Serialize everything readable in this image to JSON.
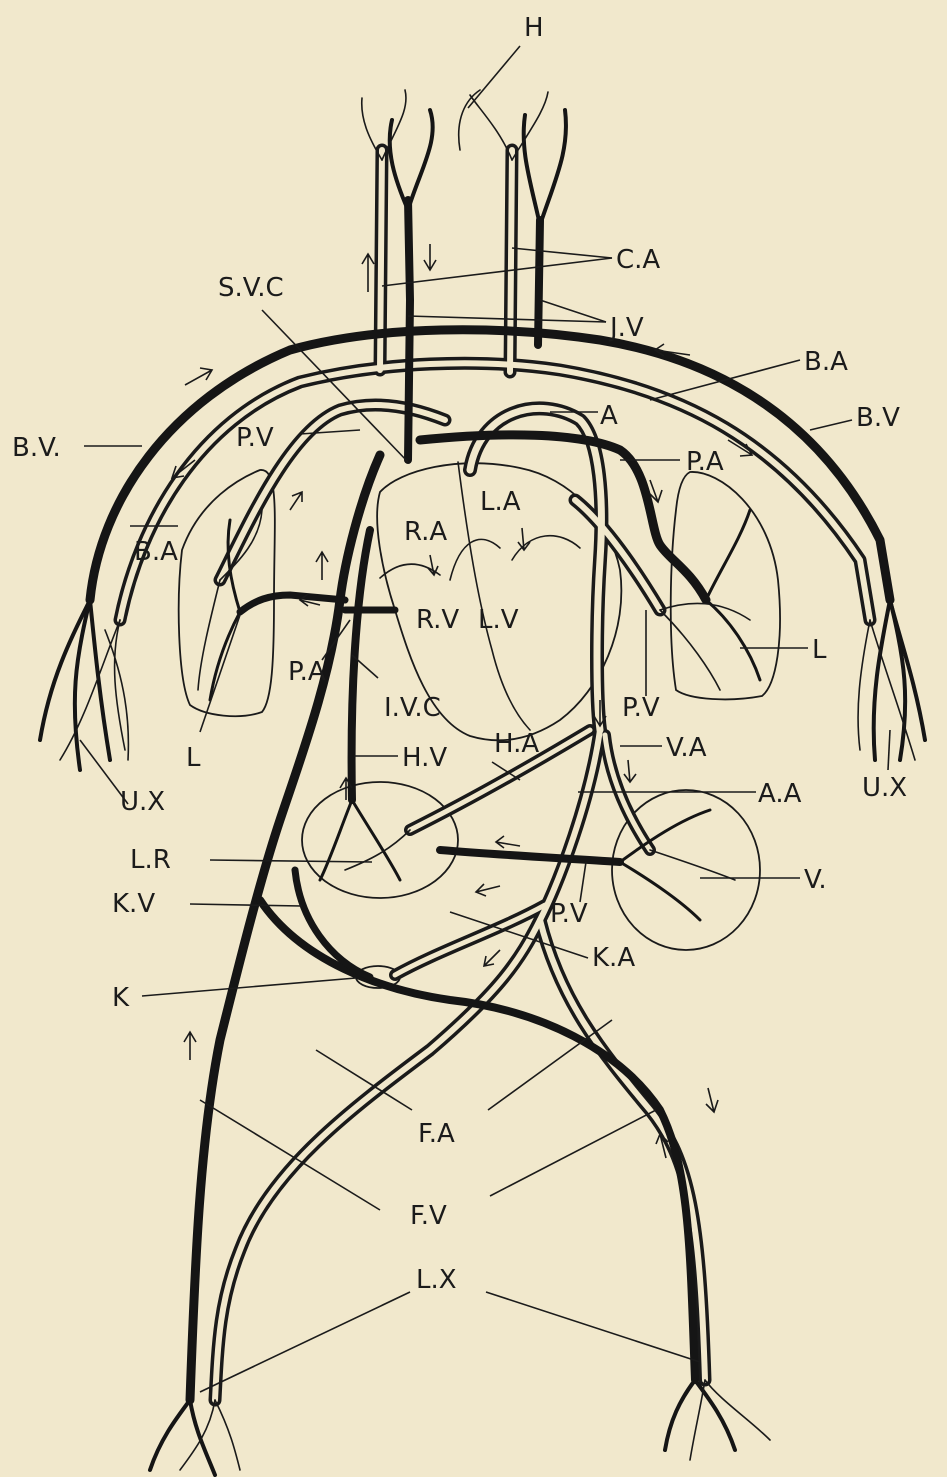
{
  "labels": {
    "h": "H",
    "ca": "C.A",
    "svc": "S.V.C",
    "jv": "J.V",
    "ba_right": "B.A",
    "bv_left": "B.V.",
    "pv_top": "P.V",
    "a": "A",
    "bv_right": "B.V",
    "pa_right": "P.A",
    "la": "L.A",
    "ra": "R.A",
    "ba_left": "B.A",
    "rv": "R.V",
    "lv": "L.V",
    "l_right": "L",
    "pa_left": "P.A",
    "ivc": "I.V.C",
    "pv_mid": "P.V",
    "l_left": "L",
    "hv": "H.V",
    "ha": "H.A",
    "va": "V.A",
    "aa": "A.A",
    "ux_left": "U.X",
    "ux_right": "U.X",
    "lr": "L.R",
    "v": "V.",
    "kv": "K.V",
    "pv_low": "P.V",
    "ka": "K.A",
    "k": "K",
    "fa": "F.A",
    "fv": "F.V",
    "lx": "L.X"
  }
}
